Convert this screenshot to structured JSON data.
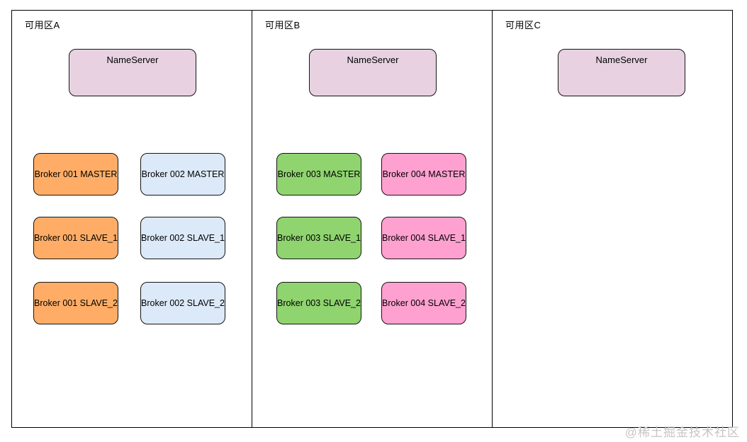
{
  "watermark": "@稀土掘金技术社区",
  "colors": {
    "zone_border": "#000000",
    "node_border": "#141414",
    "nameserver_fill": "#E8D2E2",
    "broker_001_fill": "#FFAD66",
    "broker_002_fill": "#DCE9F8",
    "broker_003_fill": "#8FD46F",
    "broker_004_fill": "#FFA1D0",
    "watermark_color": "#C6C6C6"
  },
  "zones": [
    {
      "title": "可用区A",
      "nameserver_label": "NameServer",
      "columns": [
        {
          "name": "Broker 001",
          "items": [
            "Broker 001 MASTER",
            "Broker 001 SLAVE_1",
            "Broker 001 SLAVE_2"
          ]
        },
        {
          "name": "Broker 002",
          "items": [
            "Broker 002 MASTER",
            "Broker 002 SLAVE_1",
            "Broker 002 SLAVE_2"
          ]
        }
      ]
    },
    {
      "title": "可用区B",
      "nameserver_label": "NameServer",
      "columns": [
        {
          "name": "Broker 003",
          "items": [
            "Broker 003 MASTER",
            "Broker 003 SLAVE_1",
            "Broker 003 SLAVE_2"
          ]
        },
        {
          "name": "Broker 004",
          "items": [
            "Broker 004 MASTER",
            "Broker 004 SLAVE_1",
            "Broker 004 SLAVE_2"
          ]
        }
      ]
    },
    {
      "title": "可用区C",
      "nameserver_label": "NameServer",
      "columns": []
    }
  ]
}
